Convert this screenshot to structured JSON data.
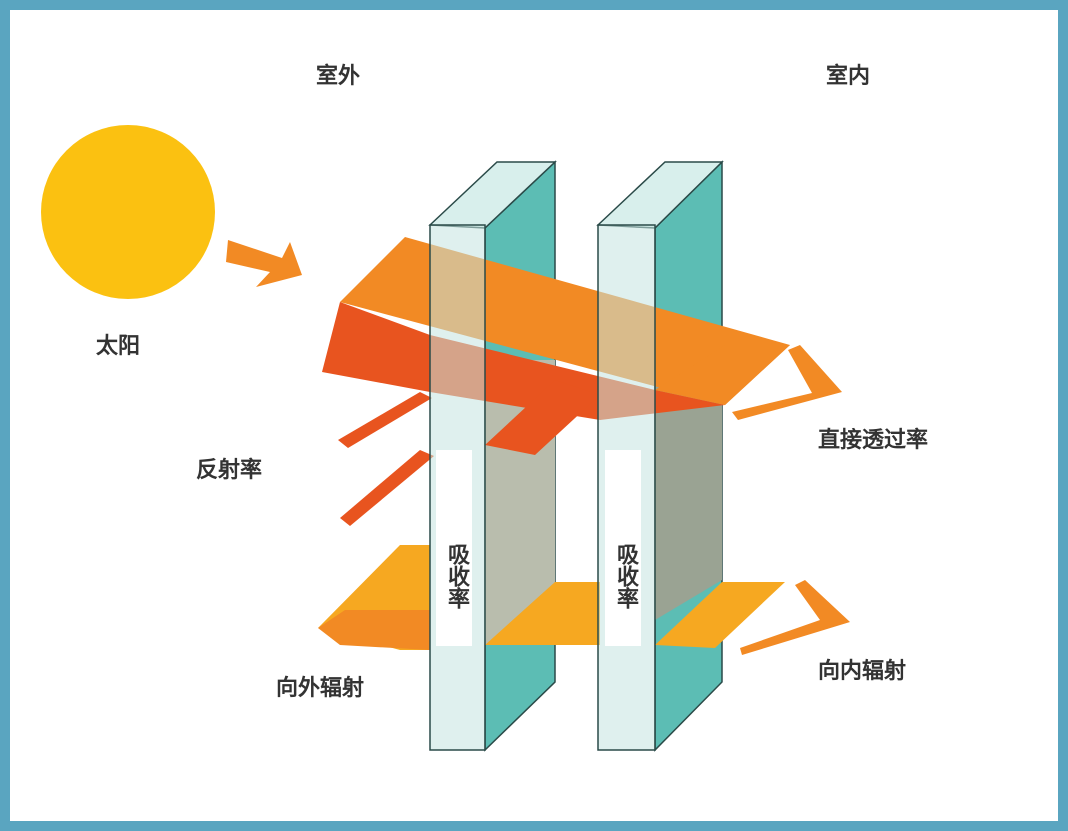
{
  "labels": {
    "outdoor": "室外",
    "indoor": "室内",
    "sun": "太阳",
    "reflectance": "反射率",
    "direct_transmittance": "直接透过率",
    "outward_radiation": "向外辐射",
    "inward_radiation": "向内辐射",
    "absorptance_1": "吸收率",
    "absorptance_2": "吸收率"
  },
  "colors": {
    "border": "#5aa5c0",
    "sun": "#fbc111",
    "beam_orange": "#f28a24",
    "beam_dark": "#e8541f",
    "beam_yellow": "#f6a821",
    "glass_face": "#c4e4e0",
    "glass_side": "#5cbdb4"
  }
}
